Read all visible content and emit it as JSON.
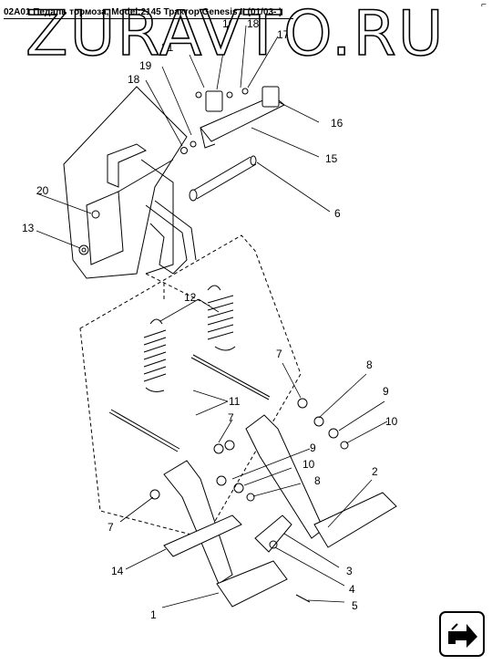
{
  "header": {
    "title": "02A01 Педаль тормоза, Model:2145 Трактор Genesis II (01/03- )"
  },
  "watermark": "ZURAVTO.RU",
  "corner_mark": "⌐",
  "callouts": [
    {
      "id": "c1",
      "label": "1"
    },
    {
      "id": "c2",
      "label": "2"
    },
    {
      "id": "c3",
      "label": "3"
    },
    {
      "id": "c4",
      "label": "4"
    },
    {
      "id": "c5",
      "label": "5"
    },
    {
      "id": "c6",
      "label": "6"
    },
    {
      "id": "c7a",
      "label": "7"
    },
    {
      "id": "c7b",
      "label": "7"
    },
    {
      "id": "c7c",
      "label": "7"
    },
    {
      "id": "c8a",
      "label": "8"
    },
    {
      "id": "c8b",
      "label": "8"
    },
    {
      "id": "c9a",
      "label": "9"
    },
    {
      "id": "c9b",
      "label": "9"
    },
    {
      "id": "c10a",
      "label": "10"
    },
    {
      "id": "c10b",
      "label": "10"
    },
    {
      "id": "c11",
      "label": "11"
    },
    {
      "id": "c12",
      "label": "12"
    },
    {
      "id": "c13",
      "label": "13"
    },
    {
      "id": "c14",
      "label": "14"
    },
    {
      "id": "c15",
      "label": "15"
    },
    {
      "id": "c16a",
      "label": "16"
    },
    {
      "id": "c16b",
      "label": "16"
    },
    {
      "id": "c17",
      "label": "17"
    },
    {
      "id": "c18a",
      "label": "18"
    },
    {
      "id": "c18b",
      "label": "18"
    },
    {
      "id": "c19",
      "label": "19"
    },
    {
      "id": "c20",
      "label": "20"
    },
    {
      "id": "c21",
      "label": "21"
    }
  ],
  "nav": {
    "icon": "next-page-arrow-icon"
  }
}
